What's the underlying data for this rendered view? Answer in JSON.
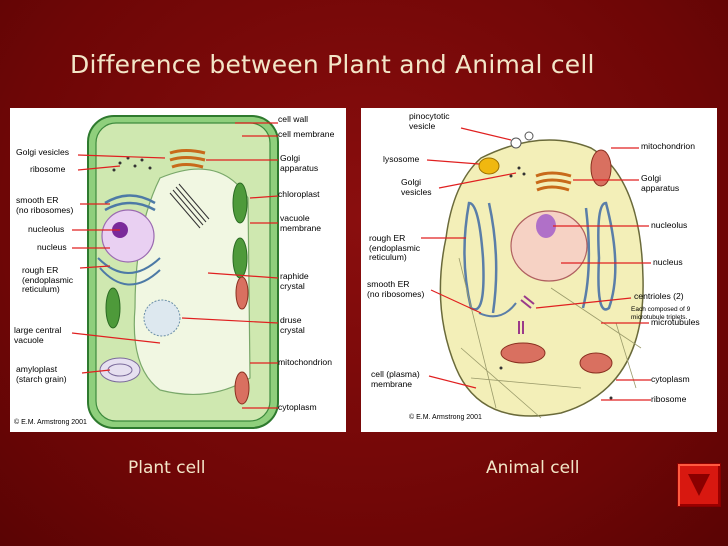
{
  "slide": {
    "title": "Difference between Plant and Animal cell",
    "plant_caption": "Plant cell",
    "animal_caption": "Animal cell",
    "next_icon": "next-slide-icon"
  },
  "plant": {
    "copyright": "© E.M. Armstrong 2001",
    "labels": {
      "cell_wall": "cell wall",
      "cell_membrane": "cell membrane",
      "golgi_vesicles": "Golgi vesicles",
      "golgi_apparatus": "Golgi\napparatus",
      "ribosome": "ribosome",
      "chloroplast": "chloroplast",
      "smooth_er": "smooth ER\n(no ribosomes)",
      "vacuole_membrane": "vacuole\nmembrane",
      "nucleolus": "nucleolus",
      "nucleus": "nucleus",
      "rough_er": "rough ER\n(endoplasmic\nreticulum)",
      "raphide_crystal": "raphide\ncrystal",
      "large_central_vacuole": "large central\nvacuole",
      "druse_crystal": "druse\ncrystal",
      "amyloplast": "amyloplast\n(starch grain)",
      "mitochondrion": "mitochondrion",
      "cytoplasm": "cytoplasm"
    }
  },
  "animal": {
    "copyright": "© E.M. Armstrong 2001",
    "labels": {
      "pinocytotic_vesicle": "pinocytotic\nvesicle",
      "mitochondrion": "mitochondrion",
      "lysosome": "lysosome",
      "golgi_vesicles": "Golgi\nvesicles",
      "golgi_apparatus": "Golgi\napparatus",
      "nucleolus": "nucleolus",
      "rough_er": "rough ER\n(endoplasmic\nreticulum)",
      "nucleus": "nucleus",
      "smooth_er": "smooth ER\n(no ribosomes)",
      "centrioles": "centrioles (2)",
      "centrioles_note": "Each composed of 9\nmicrotubule triplets.",
      "microtubules": "microtubules",
      "cell_membrane": "cell (plasma)\nmembrane",
      "cytoplasm": "cytoplasm",
      "ribosome": "ribosome"
    }
  }
}
